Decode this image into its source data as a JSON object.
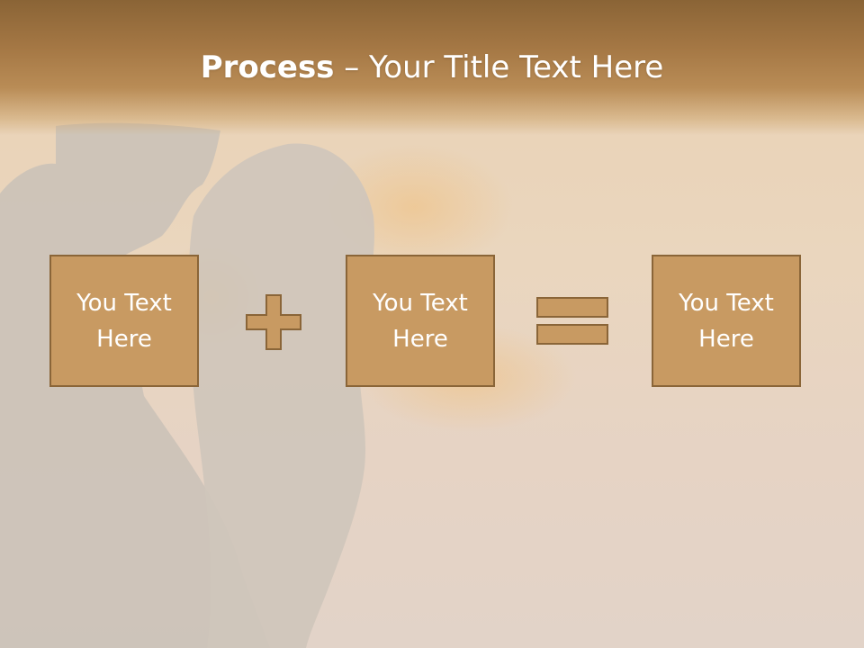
{
  "slide": {
    "title_bold": "Process",
    "title_rest": " – Your Title Text Here",
    "boxes": [
      {
        "label": "You Text Here"
      },
      {
        "label": "You Text Here"
      },
      {
        "label": "You Text Here"
      }
    ],
    "operators": [
      "plus-icon",
      "equals-icon"
    ],
    "colors": {
      "title_bar": "#a47744",
      "box_fill": "#c89a62",
      "box_border": "#8a6538",
      "text": "#ffffff"
    }
  }
}
